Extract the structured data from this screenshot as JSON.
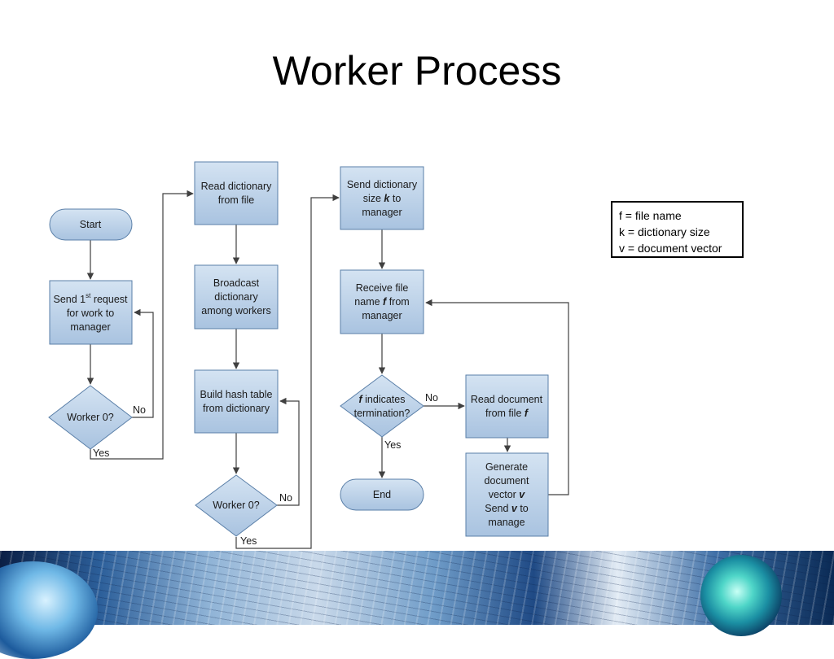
{
  "title": "Worker Process",
  "nodes": {
    "start": "Start",
    "send_request": {
      "l1_pre": "Send 1",
      "l1_sup": "st",
      "l1_post": " request",
      "l2": "for work to",
      "l3": "manager"
    },
    "worker0_a": "Worker 0?",
    "read_dict": {
      "l1": "Read dictionary",
      "l2": "from file"
    },
    "broadcast": {
      "l1": "Broadcast",
      "l2": "dictionary",
      "l3": "among workers"
    },
    "build_hash": {
      "l1": "Build hash table",
      "l2": "from dictionary"
    },
    "worker0_b": "Worker 0?",
    "send_size": {
      "l1": "Send dictionary",
      "l2_pre": "size ",
      "l2_var": "k",
      "l2_post": " to",
      "l3": "manager"
    },
    "receive": {
      "l1": "Receive file",
      "l2_pre": "name ",
      "l2_var": "f",
      "l2_post": " from",
      "l3": "manager"
    },
    "terminate": {
      "l1_var": "f",
      "l1_post": " indicates",
      "l2": "termination?"
    },
    "end": "End",
    "read_doc": {
      "l1": "Read document",
      "l2_pre": "from file ",
      "l2_var": "f"
    },
    "generate": {
      "l1": "Generate",
      "l2": "document",
      "l3_pre": "vector ",
      "l3_var": "v",
      "l4_pre": "Send ",
      "l4_var": "v",
      "l4_post": " to",
      "l5": "manage"
    }
  },
  "edge_labels": {
    "no_a": "No",
    "yes_a": "Yes",
    "no_b": "No",
    "yes_b": "Yes",
    "no_c": "No",
    "yes_c": "Yes"
  },
  "legend": [
    "f = file name",
    "k = dictionary size",
    "v = document vector"
  ],
  "colors": {
    "box_fill": "#b7cde6",
    "box_stroke": "#5a7fa8",
    "edge": "#404040"
  }
}
